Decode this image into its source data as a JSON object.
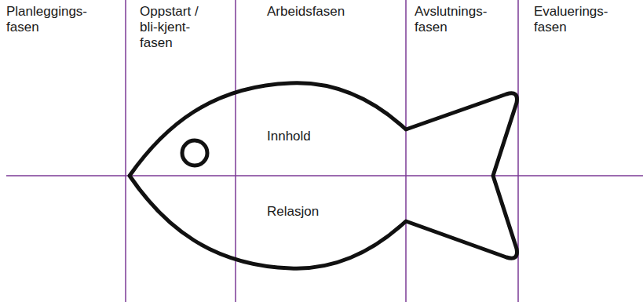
{
  "diagram": {
    "nodes": [
      {
        "text": [
          "Innhold",
          "Relasjon"
        ]
      }
    ],
    "labels": [
      "Planleggings- fasen",
      "Oppstart / bli-kjent- fasen",
      "Arbeidsfasen",
      "Avslutnings- fasen",
      "Evaluerings- fasen"
    ]
  }
}
